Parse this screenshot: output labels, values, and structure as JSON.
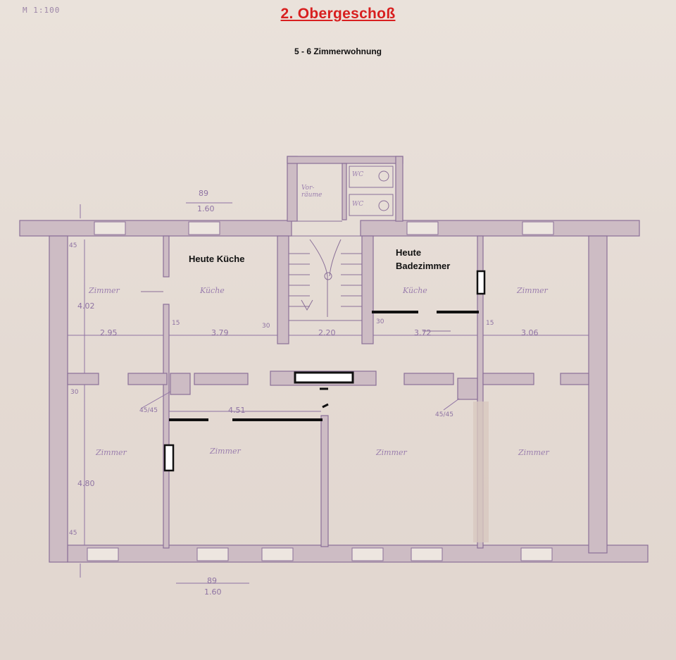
{
  "header": {
    "scale_note": "M 1:100",
    "title": "2. Obergeschoß",
    "subtitle": "5 - 6 Zimmerwohnung"
  },
  "annotations": {
    "kitchen_today": "Heute Küche",
    "bath_today_line1": "Heute",
    "bath_today_line2": "Badezimmer"
  },
  "rooms": {
    "top_left": "Zimmer",
    "top_left_kitchen": "Küche",
    "top_right_kitchen": "Küche",
    "top_right": "Zimmer",
    "bottom_1": "Zimmer",
    "bottom_2": "Zimmer",
    "bottom_3": "Zimmer",
    "bottom_4": "Zimmer",
    "storage": "Vor-räume",
    "wc1": "WC",
    "wc2": "WC"
  },
  "dimensions": {
    "window_top_upper": "89",
    "window_top_lower": "1.60",
    "window_bottom_upper": "89",
    "window_bottom_lower": "1.60",
    "wall_45_top": "45",
    "height_402": "4.02",
    "w_295": "2.95",
    "t_15a": "15",
    "w_379": "3.79",
    "t_30a": "30",
    "w_220": "2.20",
    "t_30b": "30",
    "w_372": "3.72",
    "t_15b": "15",
    "w_306": "3.06",
    "t_30c": "30",
    "pillar_left": "45/45",
    "w_451": "4.51",
    "pillar_right": "45/45",
    "height_480": "4.80",
    "wall_45_bottom": "45"
  },
  "colors": {
    "paper": "#e6ddd6",
    "wall_fill": "#cdbcc4",
    "wall_stroke": "#8a6f98",
    "ink": "#9b7fae",
    "title": "#d81f1f",
    "markup": "#111111"
  }
}
